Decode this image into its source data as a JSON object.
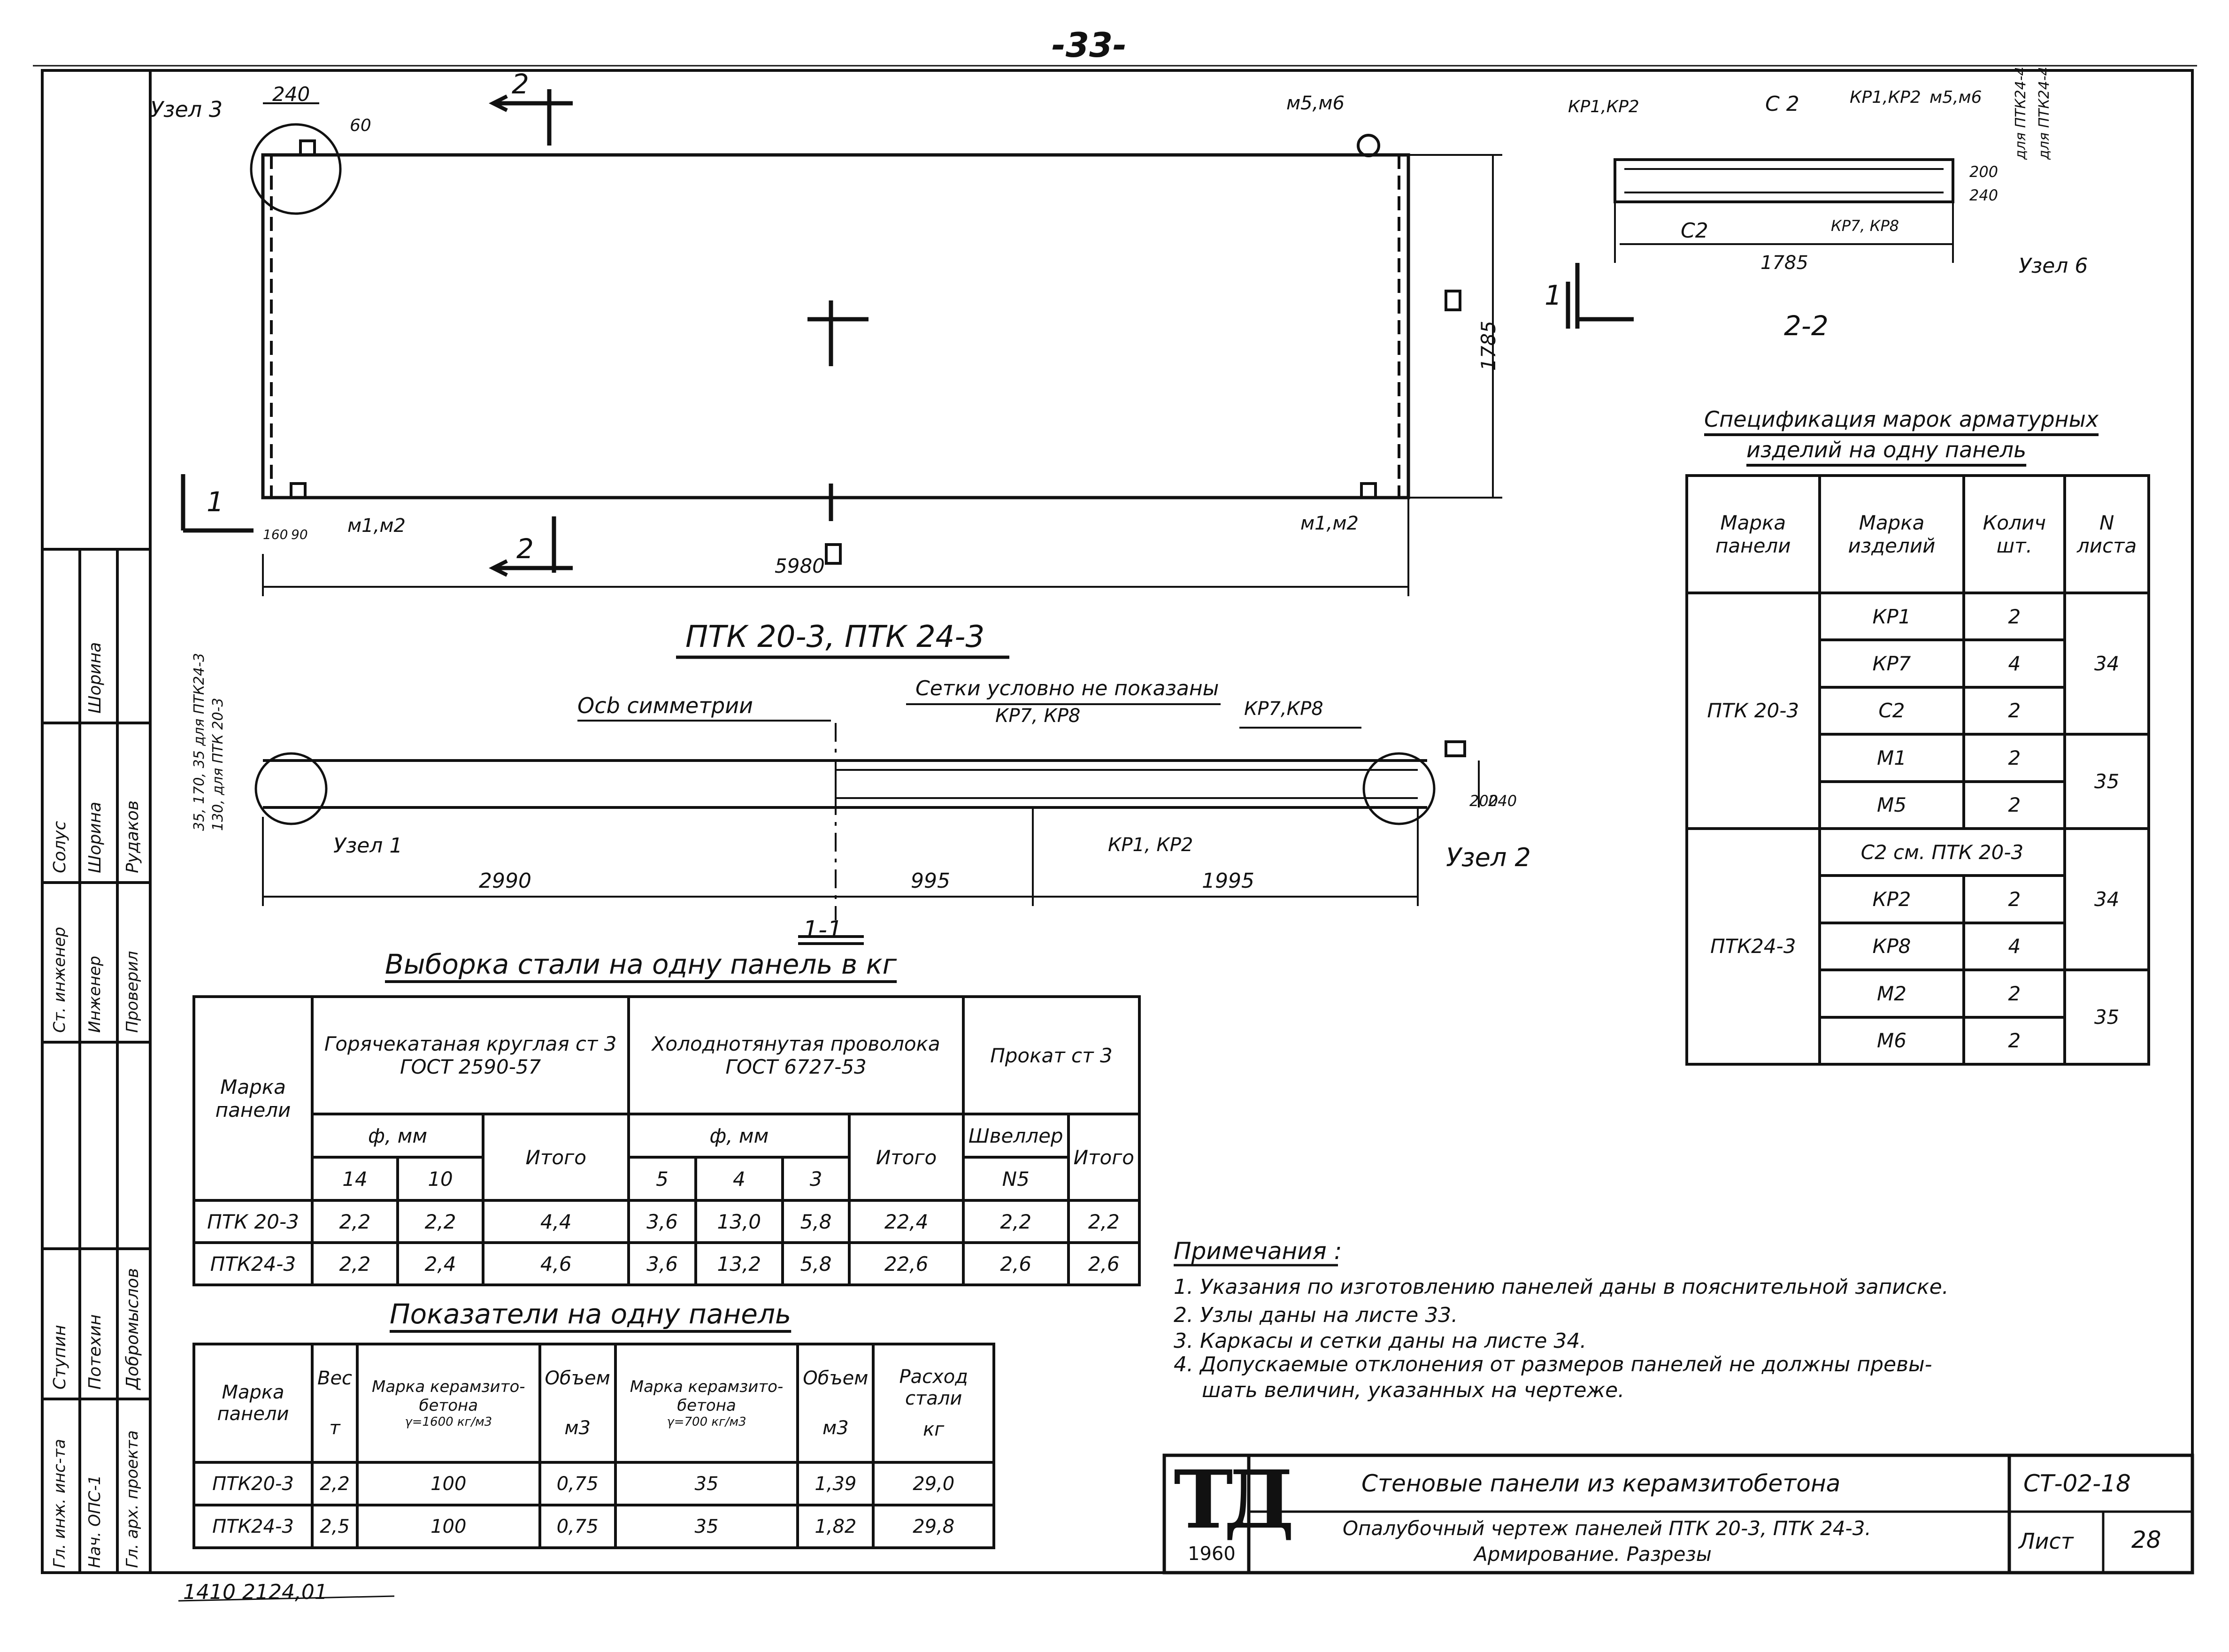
{
  "sheet": {
    "page_number": "-33-",
    "footer_note": "1410 2124,01"
  },
  "plan": {
    "title": "ПТК 20-3,  ПТК 24-3",
    "uzel3": "Узел 3",
    "dim_240": "240",
    "dim_60": "60",
    "dim_1785": "1785",
    "dim_5980": "5980",
    "dim_160": "160",
    "dim_90": "90",
    "m5m6": "м5,м6",
    "m1m2_left": "м1,м2",
    "m1m2_right": "м1,м2",
    "sec2_top": "2",
    "sec2_bottom": "2",
    "sec1": "1"
  },
  "section11": {
    "title": "1-1",
    "axis_label": "Осb симметрии",
    "meshes_note": "Сетки условно не показаны",
    "kr7kr8_a": "КР7, КР8",
    "kr7kr8_b": "КР7,КР8",
    "kr1kr2": "КР1, КР2",
    "uzel1": "Узел 1",
    "uzel2": "Узел 2",
    "dim_2990": "2990",
    "dim_995": "995",
    "dim_1995": "1995",
    "dim_200": "200",
    "dim_240": "240",
    "side_dims": "35, 170, 35 для ПТК24-3",
    "side_dims2": "130, для ПТК 20-3"
  },
  "section22": {
    "title": "2-2",
    "kr1kr2_left": "КР1,КР2",
    "c2_top": "С 2",
    "kr1kr2_right": "КР1,КР2",
    "m5m6": "м5,м6",
    "dla24": "для ПТК24-4",
    "dla24b": "для ПТК24-4",
    "c2_bottom": "С2",
    "kr7kr8": "КР7, КР8",
    "dim_1785": "1785",
    "dim_200": "200",
    "dim_240": "240",
    "uzel6": "Узел 6",
    "sec1": "1"
  },
  "spec": {
    "title_line1": "Спецификация марок арматурных",
    "title_line2": "изделий на одну панель",
    "headers": [
      "Марка панели",
      "Марка изделий",
      "Колич шт.",
      "N листа"
    ],
    "group1_panel": "ПТК 20-3",
    "group1_rows": [
      [
        "КР1",
        "2"
      ],
      [
        "КР7",
        "4"
      ],
      [
        "С2",
        "2"
      ],
      [
        "М1",
        "2"
      ],
      [
        "М5",
        "2"
      ]
    ],
    "group1_sheets": [
      "34",
      "35"
    ],
    "group2_panel": "ПТК24-3",
    "group2_note": "С2 см. ПТК 20-3",
    "group2_rows": [
      [
        "КР2",
        "2"
      ],
      [
        "КР8",
        "4"
      ],
      [
        "М2",
        "2"
      ],
      [
        "М6",
        "2"
      ]
    ],
    "group2_sheets": [
      "34",
      "35"
    ]
  },
  "steel": {
    "title": "Выборка стали на одну панель в кг",
    "col_panel": "Марка панели",
    "hot": "Горячекатаная круглая ст 3 ГОСТ 2590-57",
    "cold": "Холоднотянутая проволока ГОСТ 6727-53",
    "rolled": "Прокат ст 3",
    "phi_mm": "ф, мм",
    "phi_mm2": "ф, мм",
    "d14": "14",
    "d10": "10",
    "total": "Итого",
    "d5": "5",
    "d4": "4",
    "d3": "3",
    "total2": "Итого",
    "channel": "Швеллер",
    "n5": "N5",
    "total3": "Итого",
    "rows": [
      [
        "ПТК 20-3",
        "2,2",
        "2,2",
        "4,4",
        "3,6",
        "13,0",
        "5,8",
        "22,4",
        "2,2",
        "2,2"
      ],
      [
        "ПТК24-3",
        "2,2",
        "2,4",
        "4,6",
        "3,6",
        "13,2",
        "5,8",
        "22,6",
        "2,6",
        "2,6"
      ]
    ]
  },
  "indicators": {
    "title": "Показатели на одну панель",
    "headers": [
      "Марка панели",
      "Вес т",
      "Марка керамзито-бетона γ=1600 кг/м3",
      "Объем м3",
      "Марка керамзито-бетона γ=700 кг/м3",
      "Объем м3",
      "Расход стали кг"
    ],
    "h_ves": "Вес",
    "h_t": "т",
    "h_mk1": "Марка керамзито-бетона",
    "h_g1": "γ=1600 кг/м3",
    "h_ob": "Объем",
    "h_m3": "м3",
    "h_mk2": "Марка керамзито-бетона",
    "h_g2": "γ=700 кг/м3",
    "h_ob2": "Объем",
    "h_m3b": "м3",
    "h_rs": "Расход стали",
    "h_kg": "кг",
    "rows": [
      [
        "ПТК20-3",
        "2,2",
        "100",
        "0,75",
        "35",
        "1,39",
        "29,0"
      ],
      [
        "ПТК24-3",
        "2,5",
        "100",
        "0,75",
        "35",
        "1,82",
        "29,8"
      ]
    ]
  },
  "notes": {
    "title": "Примечания :",
    "items": [
      "1. Указания по изготовлению панелей даны в пояснительной записке.",
      "2. Узлы даны на листе 33.",
      "3. Каркасы и сетки даны на листе 34.",
      "4. Допускаемые отклонения от размеров панелей не должны превы-",
      "шать величин, указанных на чертеже."
    ]
  },
  "titleblock": {
    "logo": "ТД",
    "year": "1960",
    "title": "Стеновые панели из керамзитобетона",
    "subtitle1": "Опалубочный чертеж панелей ПТК 20-3, ПТК 24-3.",
    "subtitle2": "Армирование. Разрезы",
    "code": "СТ-02-18",
    "sheet_label": "Лист",
    "sheet_no": "28"
  },
  "stamp": {
    "roles": [
      "Гл. инж. инс-та",
      "Нач. ОПС-1",
      "Гл. арх. проекта",
      "Ст. инженер",
      "Инженер",
      "Проверил"
    ],
    "names": [
      "Ступин",
      "Потехин",
      "Добромыслов",
      "Солус",
      "Шорина",
      "Рудаков",
      "Шорина"
    ]
  }
}
